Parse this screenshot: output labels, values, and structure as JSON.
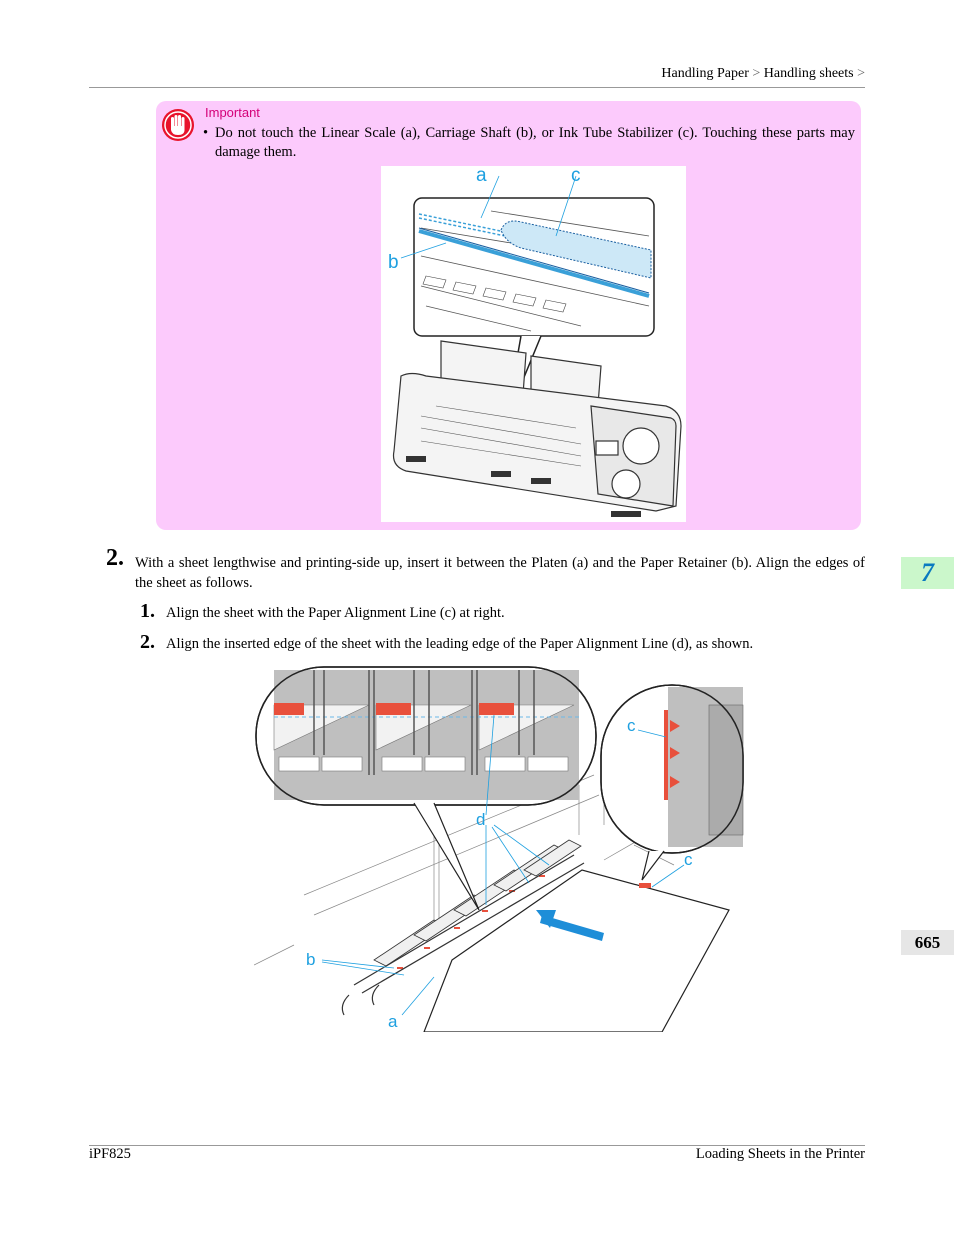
{
  "header": {
    "breadcrumb": [
      "Handling Paper",
      "Handling sheets"
    ],
    "separator": ">"
  },
  "important": {
    "title": "Important",
    "bullet": "•",
    "text": "Do not touch the Linear Scale (a), Carriage Shaft (b), or Ink Tube Stabilizer (c). Touching these parts may damage them.",
    "icon": "hand-stop-icon",
    "figure_labels": {
      "a": "a",
      "b": "b",
      "c": "c"
    }
  },
  "steps": {
    "step2": {
      "number": "2.",
      "text": "With a sheet lengthwise and printing-side up, insert it between the Platen (a) and the Paper Retainer (b). Align the edges of the sheet as follows."
    },
    "substeps": [
      {
        "number": "1.",
        "text": "Align the sheet with the Paper Alignment Line (c) at right."
      },
      {
        "number": "2.",
        "text": "Align the inserted edge of the sheet with the leading edge of the Paper Alignment Line (d), as shown."
      }
    ],
    "figure_labels": {
      "a": "a",
      "b": "b",
      "c_top": "c",
      "c_bottom": "c",
      "d": "d"
    }
  },
  "side_tabs": {
    "chapter": "7",
    "page": "665"
  },
  "footer": {
    "left": "iPF825",
    "right": "Loading Sheets in the Printer"
  },
  "colors": {
    "important_bg": "#fccafc",
    "important_title": "#d40078",
    "label_blue": "#1ea0e0",
    "chapter_tab_bg": "#cbf7cb",
    "chapter_num": "#0a7ac0",
    "alignment_red": "#e8503c"
  }
}
